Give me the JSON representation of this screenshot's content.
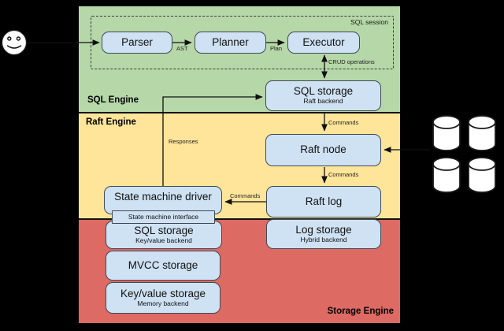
{
  "diagram": {
    "bands": {
      "sql": {
        "label": "SQL Engine",
        "color": "#b6d7a8"
      },
      "raft": {
        "label": "Raft Engine",
        "color": "#ffe599"
      },
      "storage": {
        "label": "Storage Engine",
        "color": "#dd6a63"
      }
    },
    "session": {
      "label": "SQL session"
    },
    "nodes": {
      "parser": {
        "label": "Parser"
      },
      "planner": {
        "label": "Planner"
      },
      "executor": {
        "label": "Executor"
      },
      "sql_storage_raft": {
        "label": "SQL storage",
        "sublabel": "Raft backend"
      },
      "raft_node": {
        "label": "Raft node"
      },
      "raft_log": {
        "label": "Raft log"
      },
      "state_machine_driver": {
        "label": "State machine driver"
      },
      "state_machine_interface": {
        "label": "State machine interface"
      },
      "sql_storage_kv": {
        "label": "SQL storage",
        "sublabel": "Key/value backend"
      },
      "mvcc_storage": {
        "label": "MVCC storage"
      },
      "kv_storage": {
        "label": "Key/value storage",
        "sublabel": "Memory backend"
      },
      "log_storage": {
        "label": "Log storage",
        "sublabel": "Hybrid backend"
      }
    },
    "edge_labels": {
      "ast": "AST",
      "plan": "Plan",
      "crud": "CRUD operations",
      "commands": "Commands",
      "responses": "Responses"
    },
    "icons": {
      "client": "smiley-user-icon",
      "storage_cluster": "database-cylinder-icon (4)"
    },
    "colors": {
      "background": "#000000",
      "node_fill": "#cfe2f3",
      "node_border": "#3f4a54",
      "band_sql": "#b6d7a8",
      "band_raft": "#ffe599",
      "band_storage": "#dd6a63",
      "line": "#111111"
    }
  }
}
